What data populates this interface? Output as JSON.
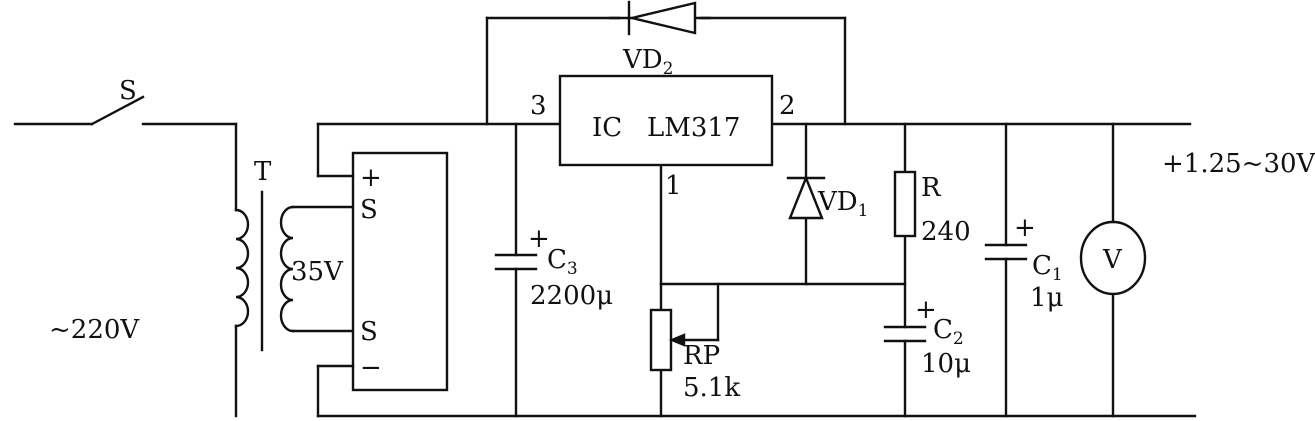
{
  "labels": {
    "switch": "S",
    "transformer": "T",
    "mains": "~220V",
    "secondary": "35V",
    "rect_plus": "+",
    "rect_s_top": "S",
    "rect_s_bottom": "S",
    "rect_minus": "−",
    "vd2_main": "VD",
    "vd2_sub": "2",
    "pin3": "3",
    "pin2": "2",
    "pin1": "1",
    "ic_text": "IC   LM317",
    "vd1_main": "VD",
    "vd1_sub": "1",
    "r_name": "R",
    "r_value": "240",
    "c3_plus": "+",
    "c3_main": "C",
    "c3_sub": "3",
    "c3_value": "2200μ",
    "rp_name": "RP",
    "rp_value": "5.1k",
    "c2_plus": "+",
    "c2_main": "C",
    "c2_sub": "2",
    "c2_value": "10μ",
    "c1_plus": "+",
    "c1_main": "C",
    "c1_sub": "1",
    "c1_value": "1μ",
    "voltmeter": "V",
    "output": "+1.25~30V"
  }
}
